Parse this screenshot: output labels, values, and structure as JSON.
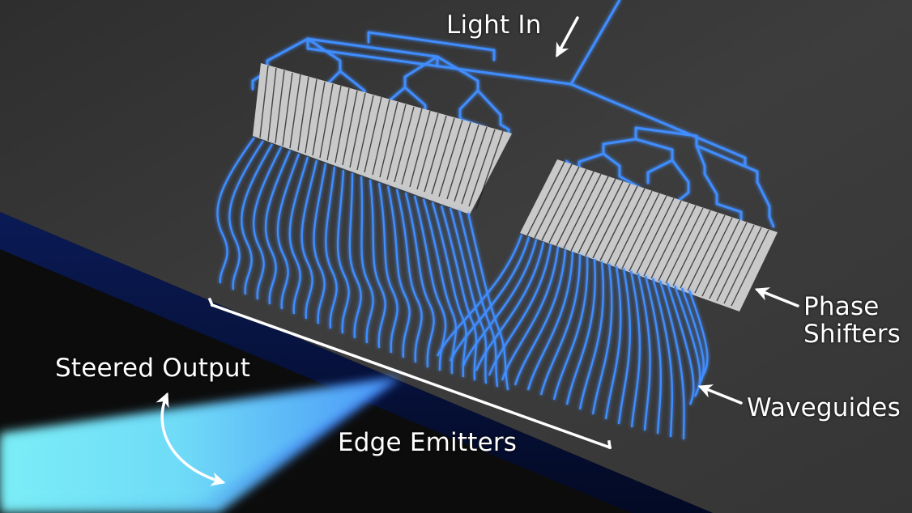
{
  "diagram": {
    "title": "Optical phased array with edge emitters",
    "colors": {
      "background": "#0c0c0c",
      "chip_surface": "#3b3b3b",
      "chip_edge": "#06123d",
      "waveguide": "#3f8dff",
      "waveguide_glow": "#1f5dff",
      "phase_shifter": "#c8c8c8",
      "beam_core": "#7ff4ff",
      "beam_edge": "#2f6dff",
      "label_text": "#ffffff",
      "annotation_arrow": "#ffffff"
    },
    "labels": {
      "light_in": "Light In",
      "phase_shifters_line1": "Phase",
      "phase_shifters_line2": "Shifters",
      "waveguides": "Waveguides",
      "edge_emitters": "Edge Emitters",
      "steered_output": "Steered Output"
    },
    "components": [
      {
        "name": "input-waveguide",
        "label_ref": "light_in"
      },
      {
        "name": "splitter-tree-left",
        "channels": 32
      },
      {
        "name": "splitter-tree-right",
        "channels": 32
      },
      {
        "name": "phase-shifter-array-left",
        "label_ref": "phase_shifters_line1"
      },
      {
        "name": "phase-shifter-array-right",
        "label_ref": "phase_shifters_line1"
      },
      {
        "name": "waveguide-fan-out",
        "label_ref": "waveguides"
      },
      {
        "name": "edge-emitter-bracket",
        "label_ref": "edge_emitters"
      },
      {
        "name": "output-beam",
        "label_ref": "steered_output"
      }
    ]
  }
}
